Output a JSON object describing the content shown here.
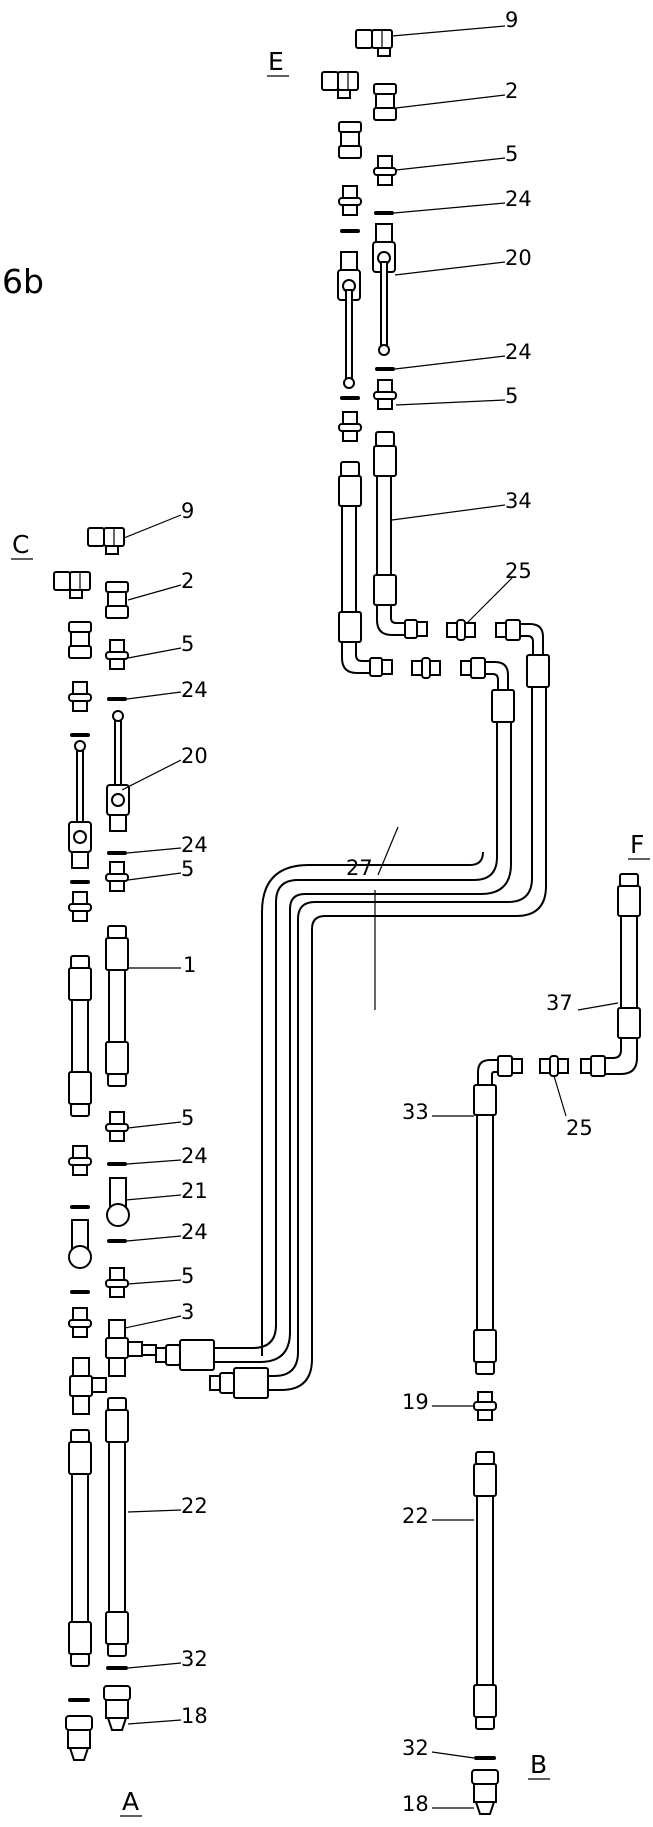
{
  "figure_label": "6b",
  "sections": {
    "A": "A",
    "B": "B",
    "C": "C",
    "E": "E",
    "F": "F"
  },
  "callouts": {
    "e_9": "9",
    "e_2": "2",
    "e_5a": "5",
    "e_24a": "24",
    "e_20": "20",
    "e_24b": "24",
    "e_5b": "5",
    "e_34": "34",
    "e_25": "25",
    "c_9": "9",
    "c_2": "2",
    "c_5a": "5",
    "c_24a": "24",
    "c_20": "20",
    "c_24b": "24",
    "c_5b": "5",
    "c_1": "1",
    "c_5c": "5",
    "c_24c": "24",
    "c_21": "21",
    "c_24d": "24",
    "c_5d": "5",
    "c_3": "3",
    "c_22": "22",
    "c_32": "32",
    "c_18": "18",
    "m_27": "27",
    "f_37": "37",
    "f_25": "25",
    "f_33": "33",
    "b_19": "19",
    "b_22": "22",
    "b_32": "32",
    "b_18": "18"
  }
}
